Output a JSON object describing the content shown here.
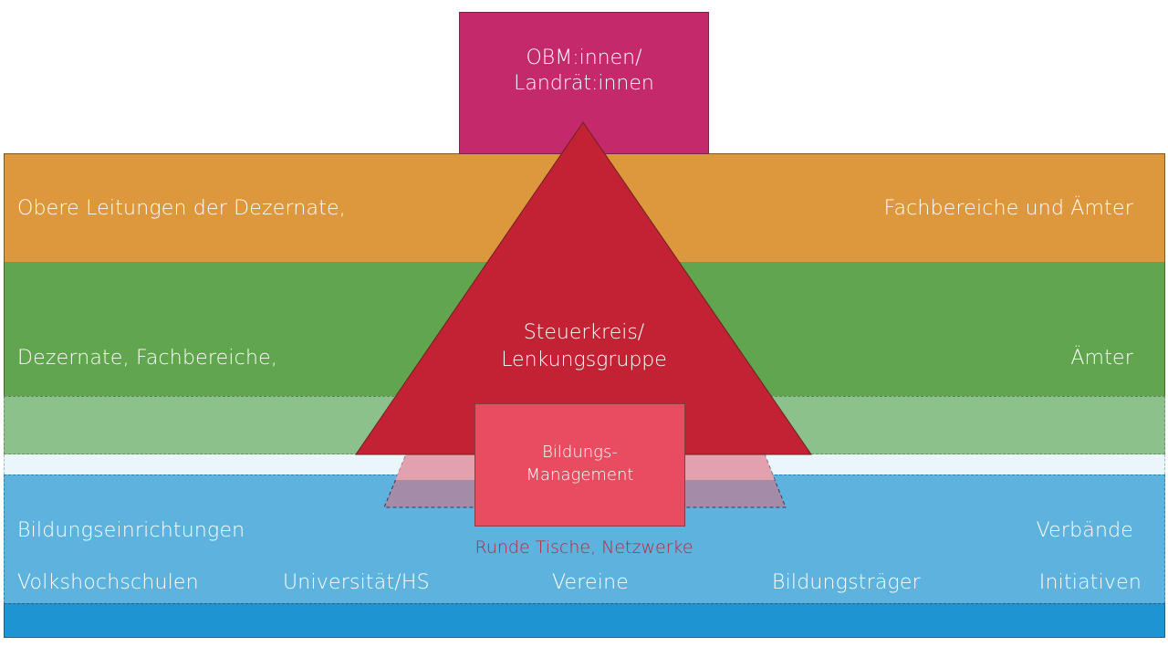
{
  "top_box": {
    "text": "OBM:innen/\nLandrät:innen",
    "color": "#c4296b"
  },
  "bands": {
    "orange": {
      "left_text": "Obere Leitungen der Dezernate,",
      "right_text": "Fachbereiche und Ämter",
      "color": "#dd983d"
    },
    "green": {
      "left_text": "Dezernate, Fachbereiche,",
      "right_text": "Ämter",
      "color": "#61a54e"
    },
    "light_green": {
      "color": "#8dc18b"
    },
    "blue": {
      "row1_left": "Bildungseinrichtungen",
      "row1_right": "Verbände",
      "row2": [
        "Volkshochschulen",
        "Universität/HS",
        "Vereine",
        "Bildungsträger",
        "Initiativen"
      ],
      "color": "#5db3de"
    },
    "deep_blue": {
      "color": "#1e95d2"
    }
  },
  "pyramid": {
    "label": "Steuerkreis/\nLenkungsgruppe",
    "color": "#c22233"
  },
  "management_box": {
    "text": "Bildungs-\nManagement",
    "color": "#e84c60"
  },
  "network_label": {
    "text": "Runde Tische, Netzwerke",
    "color": "#b8283c"
  }
}
